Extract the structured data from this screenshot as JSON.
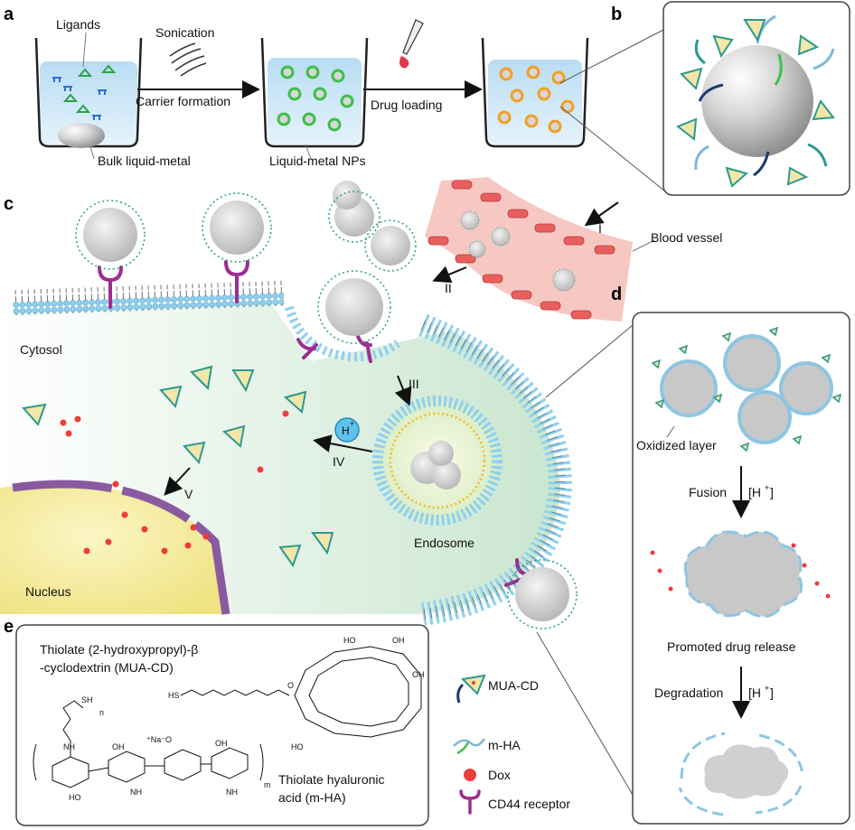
{
  "panels": {
    "a": "a",
    "b": "b",
    "c": "c",
    "d": "d",
    "e": "e"
  },
  "panel_a": {
    "ligands": "Ligands",
    "sonication": "Sonication",
    "carrier_formation": "Carrier formation",
    "drug_loading": "Drug loading",
    "bulk_liquid_metal": "Bulk liquid-metal",
    "liquid_metal_nps": "Liquid-metal NPs"
  },
  "panel_c": {
    "blood_vessel": "Blood vessel",
    "cytosol": "Cytosol",
    "nucleus": "Nucleus",
    "endosome": "Endosome",
    "h_plus": "H",
    "h_plus_sup": "+",
    "step_I": "I",
    "step_II": "II",
    "step_III": "III",
    "step_IV": "IV",
    "step_V": "V"
  },
  "panel_d": {
    "oxidized_layer": "Oxidized layer",
    "fusion": "Fusion",
    "fusion_cond": "[H",
    "degradation": "Degradation",
    "degradation_cond": "[H",
    "plus": "+",
    "close": "]",
    "promoted_release": "Promoted drug release"
  },
  "panel_e": {
    "title_line1": "Thiolate (2-hydroxypropyl)-β",
    "title_line2": "-cyclodextrin (MUA-CD)",
    "ha_line1": "Thiolate hyaluronic",
    "ha_line2": "acid (m-HA)",
    "chem_oh": "OH",
    "chem_ho": "HO",
    "chem_hs": "HS",
    "chem_sh": "SH",
    "chem_o": "O",
    "chem_nh": "NH",
    "chem_na": "⁺Na⁻O",
    "chem_n": "n",
    "chem_m": "m"
  },
  "legend": [
    {
      "label": "MUA-CD",
      "icon": "mua-cd-icon"
    },
    {
      "label": "m-HA",
      "icon": "m-ha-icon"
    },
    {
      "label": "Dox",
      "icon": "dox-icon"
    },
    {
      "label": "CD44 receptor",
      "icon": "cd44-receptor-icon"
    }
  ],
  "colors": {
    "beaker_fill": "#cfe8f7",
    "np_green": "#3fbf4a",
    "np_orange": "#f0a028",
    "vessel": "#f6b7b0",
    "vessel_cell": "#e8605e",
    "membrane_head": "#8fd0ee",
    "cytosol": "#d9ecd9",
    "nucleus": "#f5eea0",
    "nucleus_border": "#8a5aa0",
    "receptor": "#9b2f8f",
    "dox": "#ee3b3b",
    "cd_teal": "#2a9a8f",
    "cd_yellow": "#f2c230",
    "metal_grey": "#c8c8c8",
    "oxide_blue": "#8ec6e2"
  }
}
